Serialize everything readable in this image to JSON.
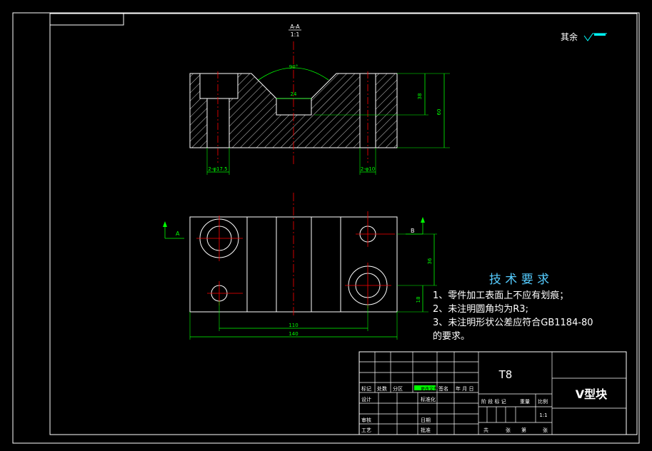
{
  "colors": {
    "background": "#000000",
    "frame": "#ffffff",
    "part_outline": "#ffffff",
    "hatch": "#ffffff",
    "dimension": "#00ff00",
    "centerline": "#ff0000",
    "notes_title": "#55ccff",
    "notes_text": "#ffffff",
    "roughness_symbol": "#00ffff"
  },
  "section": {
    "label": "A-A",
    "scale": "1:1"
  },
  "roughness": {
    "prefix": "其余"
  },
  "views": {
    "section_view": {
      "dims": {
        "angle": "90°",
        "slot_width": "24",
        "height_inner": "38",
        "height_total": "60",
        "hole_left": "2-φ17.5",
        "hole_right": "2-φ10"
      }
    },
    "top_view": {
      "dims": {
        "inner_width": "110",
        "total_width": "140",
        "vertical_1": "36",
        "vertical_2": "18"
      },
      "markers": {
        "view_a": "A",
        "view_b": "B"
      }
    }
  },
  "tech_requirements": {
    "title": "技 术 要 求",
    "items": [
      "1、零件加工表面上不应有划痕；",
      "2、未注明圆角均为R3;",
      "3、未注明形状公差应符合GB1184-80",
      "的要求。"
    ]
  },
  "title_block": {
    "material": "T8",
    "part_name": "V型块",
    "headers": [
      "标记",
      "处数",
      "分区",
      "更改文件号",
      "签名",
      "年 月 日"
    ],
    "rows_left": [
      "设计",
      "",
      "审核",
      "工艺"
    ],
    "rows_mid": [
      "标准化",
      "",
      "批准"
    ],
    "rows_mid2": [
      "",
      "",
      "日期"
    ],
    "stage_labels": [
      "阶 段 标 记",
      "重量",
      "比例"
    ],
    "scale_value": "1:1",
    "sheet_labels": [
      "共",
      "张",
      "第",
      "张"
    ]
  }
}
